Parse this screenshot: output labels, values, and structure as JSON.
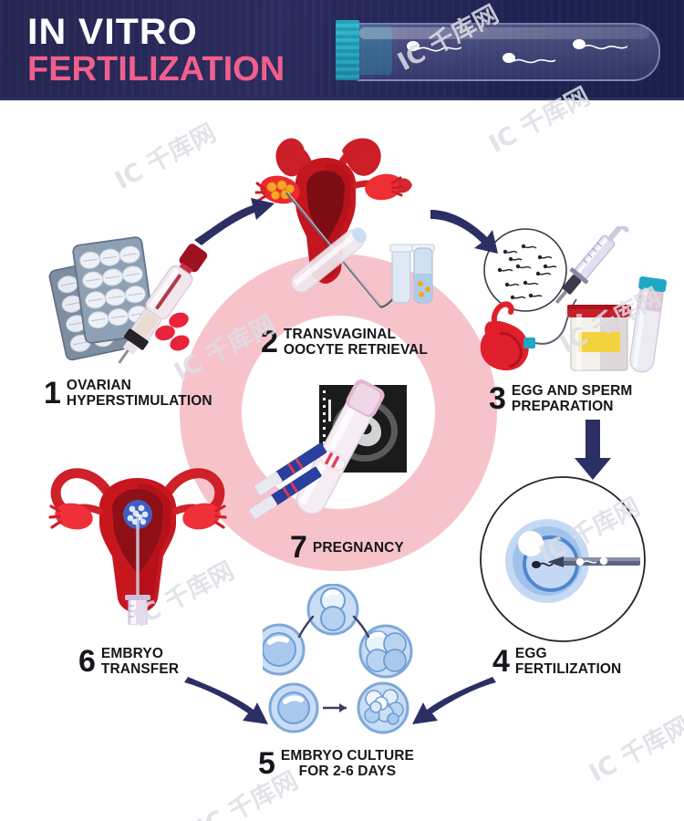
{
  "header": {
    "title_line1": "IN VITRO",
    "title_line2": "FERTILIZATION",
    "bg_color": "#252552",
    "title_color": "#ffffff",
    "accent_color": "#ef5f8c",
    "tube_cap_color": "#29b6cf",
    "sperm_count": 3
  },
  "ring": {
    "color": "#f7c3ca",
    "hole_color": "#ffffff"
  },
  "arrow_color": "#2b2f63",
  "steps": [
    {
      "num": "1",
      "line1": "OVARIAN",
      "line2": "HYPERSTIMULATION",
      "illustration": "pills-blister-packs-and-injection-pen"
    },
    {
      "num": "2",
      "line1": "TRANSVAGINAL",
      "line2": "OOCYTE RETRIEVAL",
      "illustration": "uterus-with-retrieval-needle-and-collection-tubes"
    },
    {
      "num": "3",
      "line1": "EGG AND SPERM",
      "line2": "PREPARATION",
      "illustration": "sperm-sample-syringe-testicle-specimen-cup"
    },
    {
      "num": "4",
      "line1": "EGG",
      "line2": "FERTILIZATION",
      "illustration": "icsi-micropipette-injecting-egg-cell"
    },
    {
      "num": "5",
      "line1": "EMBRYO CULTURE",
      "line2": "FOR 2-6 DAYS",
      "illustration": "embryo-cell-division-stages"
    },
    {
      "num": "6",
      "line1": "EMBRYO",
      "line2": "TRANSFER",
      "illustration": "uterus-with-embryo-transfer-catheter"
    },
    {
      "num": "7",
      "line1": "PREGNANCY",
      "line2": "",
      "illustration": "pregnancy-test-strips-and-ultrasound-scan"
    }
  ],
  "watermark": {
    "text": "IC 千库网",
    "color": "#dedee6"
  }
}
